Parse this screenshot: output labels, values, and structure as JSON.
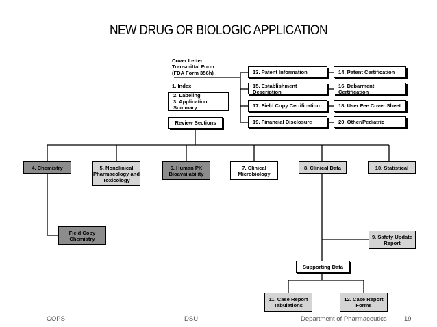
{
  "title": "NEW DRUG OR BIOLOGIC APPLICATION",
  "cover": {
    "text": "Cover Letter\nTransmittal Form\n(FDA Form 356h)",
    "index": "1. Index"
  },
  "labeling_box": "2. Labeling\n3. Application Summary",
  "review_sections": "Review Sections",
  "right_items": [
    "13. Patent Information",
    "14. Patent Certification",
    "15.  Establishment Description",
    "16.  Debarment Certification",
    "17.  Field Copy Certification",
    "18.  User Fee Cover Sheet",
    "19. Financial Disclosure",
    "20. Other/Pediatric"
  ],
  "sections": [
    "4. Chemistry",
    "5. Nonclinical\nPharmacology and\nToxicology",
    "6. Human PK\nBioavailability",
    "7. Clinical\nMicrobiology",
    "8. Clinical Data",
    "10. Statistical"
  ],
  "field_copy": "Field Copy\nChemistry",
  "safety_update": "9. Safety Update\nReport",
  "supporting_data": "Supporting Data",
  "case_tabulations": "11. Case Report\nTabulations",
  "case_forms": "12. Case Report\nForms",
  "footer": {
    "left": "COPS",
    "center": "DSU",
    "right": "Department of Pharmaceutics",
    "page": "19"
  }
}
